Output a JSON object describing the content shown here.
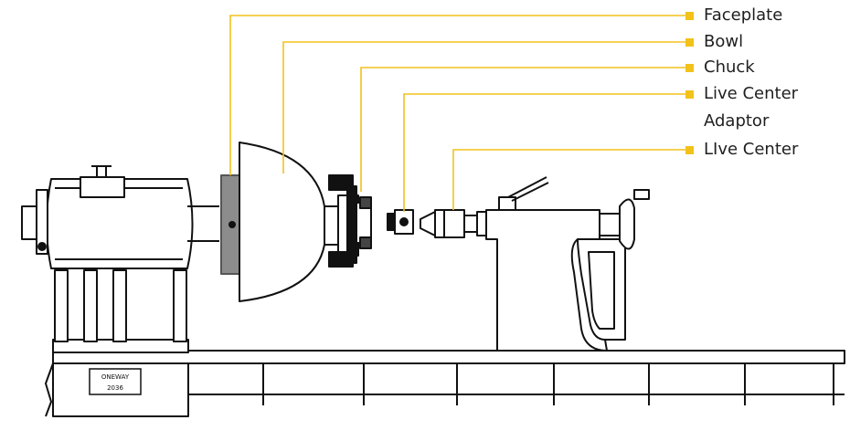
{
  "colors": {
    "callout": "#f2c21b",
    "line": "#111111",
    "faceplate": "#8c8c8c",
    "background": "#ffffff"
  },
  "callouts": [
    {
      "key": "faceplate",
      "text": "Faceplate"
    },
    {
      "key": "bowl",
      "text": "Bowl"
    },
    {
      "key": "chuck",
      "text": "Chuck"
    },
    {
      "key": "live-center-adaptor",
      "text": "Live Center",
      "text2": "Adaptor"
    },
    {
      "key": "live-center",
      "text": "LIve Center"
    }
  ],
  "nameplate": {
    "line1": "ONEWAY",
    "line2": "2036"
  }
}
